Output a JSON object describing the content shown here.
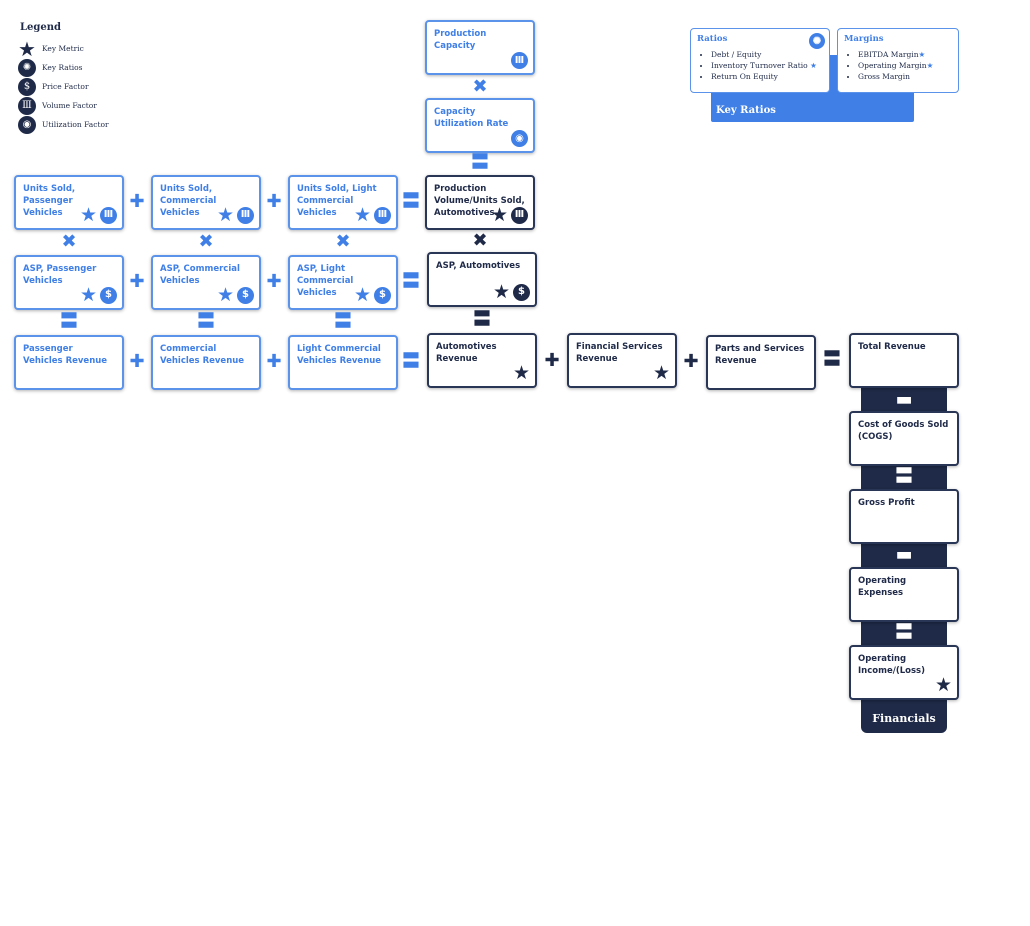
{
  "legend": {
    "title": "Legend",
    "items": [
      {
        "icon": "star",
        "label": "Key Metric"
      },
      {
        "icon": "atom",
        "label": "Key Ratios"
      },
      {
        "icon": "dollar",
        "label": "Price Factor"
      },
      {
        "icon": "bar-chart",
        "label": "Volume Factor"
      },
      {
        "icon": "refresh",
        "label": "Utilization Factor"
      }
    ]
  },
  "colors": {
    "accent": "#3f7fe6",
    "navy": "#1f2a48"
  },
  "nodes": {
    "production_capacity": "Production Capacity",
    "capacity_utilization": "Capacity Utilization Rate",
    "units_passenger": "Units Sold, Passenger Vehicles",
    "units_commercial": "Units Sold, Commercial Vehicles",
    "units_light": "Units Sold, Light Commercial Vehicles",
    "production_volume": "Production Volume/Units Sold, Automotives",
    "asp_passenger": "ASP, Passenger Vehicles",
    "asp_commercial": "ASP, Commercial Vehicles",
    "asp_light": "ASP, Light Commercial Vehicles",
    "asp_auto": "ASP, Automotives",
    "rev_passenger": "Passenger Vehicles Revenue",
    "rev_commercial": "Commercial Vehicles Revenue",
    "rev_light": "Light Commercial Vehicles Revenue",
    "rev_auto": "Automotives Revenue",
    "rev_financial": "Financial Services Revenue",
    "rev_parts": "Parts and Services Revenue",
    "total_revenue": "Total Revenue",
    "cogs": "Cost of Goods Sold (COGS)",
    "gross_profit": "Gross Profit",
    "opex": "Operating Expenses",
    "op_income": "Operating Income/(Loss)"
  },
  "financials_title": "Financials",
  "key_ratios": {
    "title": "Key Ratios",
    "ratios": {
      "title": "Ratios",
      "items": [
        "Debt / Equity",
        "Inventory Turnover Ratio",
        "Return On Equity"
      ]
    },
    "margins": {
      "title": "Margins",
      "items": [
        "EBITDA Margin",
        "Operating Margin",
        "Gross Margin"
      ]
    }
  },
  "glyphs": {
    "star": "★",
    "dollar": "$",
    "bars": "Ⅲ",
    "refresh": "◉",
    "atom": "✺",
    "plus": "✚",
    "times": "✖",
    "equals": "〓",
    "minus": "▬"
  }
}
